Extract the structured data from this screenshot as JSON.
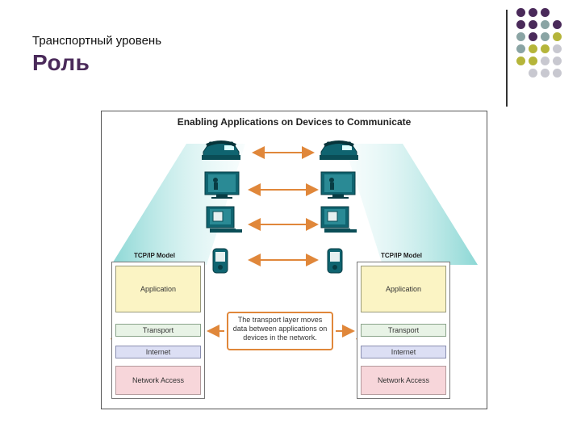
{
  "slide": {
    "subtitle": "Транспортный уровень",
    "title": "Роль"
  },
  "figure": {
    "title": "Enabling Applications on Devices to Communicate",
    "left_model": {
      "label": "TCP/IP Model",
      "layers": [
        "Application",
        "Transport",
        "Internet",
        "Network Access"
      ]
    },
    "right_model": {
      "label": "TCP/IP Model",
      "layers": [
        "Application",
        "Transport",
        "Internet",
        "Network Access"
      ]
    },
    "devices": [
      "ip-phone-icon",
      "video-monitor-icon",
      "computer-icon",
      "pda-icon"
    ],
    "callout": "The transport layer moves data between applications on devices in the network.",
    "colors": {
      "accent_arrow": "#e0873a",
      "beam": "#8fd8d6",
      "application": "#fbf4c4",
      "transport": "#e8f3e6",
      "internet": "#dcdff4",
      "network_access": "#f7d6da"
    }
  },
  "decoration": {
    "dot_colors": [
      "#4a2a5a",
      "#8aa4a4",
      "#b5b53a",
      "#c8c8d0"
    ]
  }
}
